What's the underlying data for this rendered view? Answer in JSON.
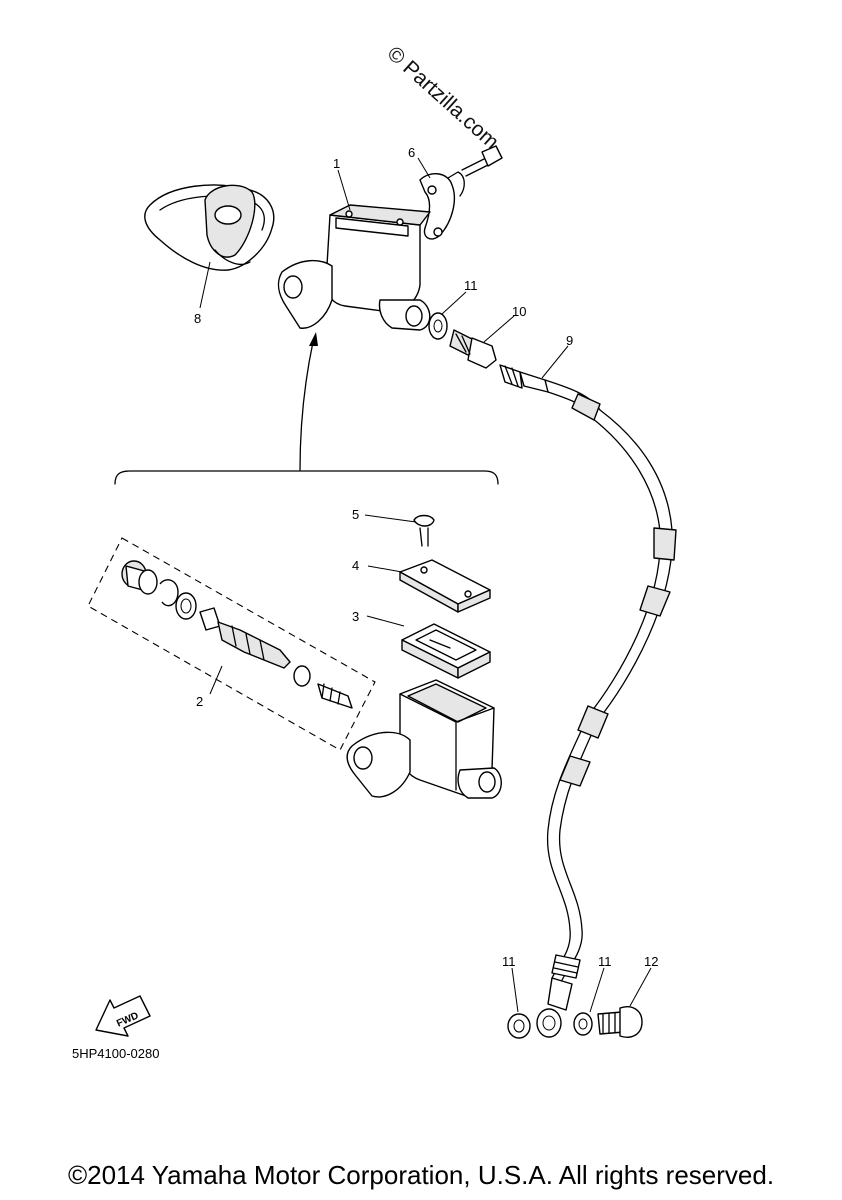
{
  "watermark": "© Partzilla.com",
  "diagram_code": "5HP4100-0280",
  "fwd_label": "FWD",
  "copyright": "©2014 Yamaha Motor Corporation, U.S.A. All rights reserved.",
  "callouts": {
    "c1": "1",
    "c2": "2",
    "c3": "3",
    "c4": "4",
    "c5": "5",
    "c6": "6",
    "c8": "8",
    "c9": "9",
    "c10": "10",
    "c11a": "11",
    "c11b": "11",
    "c11c": "11",
    "c12": "12"
  }
}
